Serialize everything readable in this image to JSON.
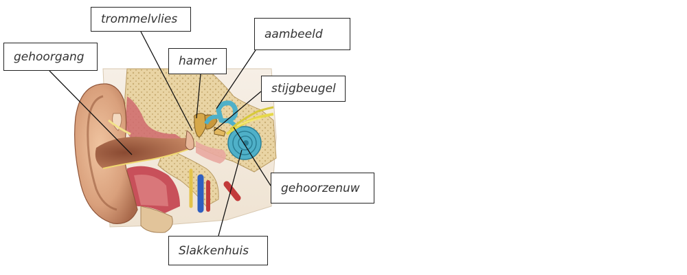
{
  "labels": {
    "trommelvlies": "trommelvlies",
    "gehoorgang": "gehoorgang",
    "hamer": "hamer",
    "aambeeld": "aambeeld",
    "stijgbeugel": "stijgbeugel",
    "gehoorzenuw": "gehoorzenuw",
    "slakkenhuis": "Slakkenhuis"
  },
  "colors": {
    "skin": "#d9a07c",
    "bone": "#e8d2a0",
    "cochlea": "#4fb0c8",
    "nerve": "#e6d84a",
    "muscle": "#c8505a",
    "leader_line": "#111111"
  }
}
